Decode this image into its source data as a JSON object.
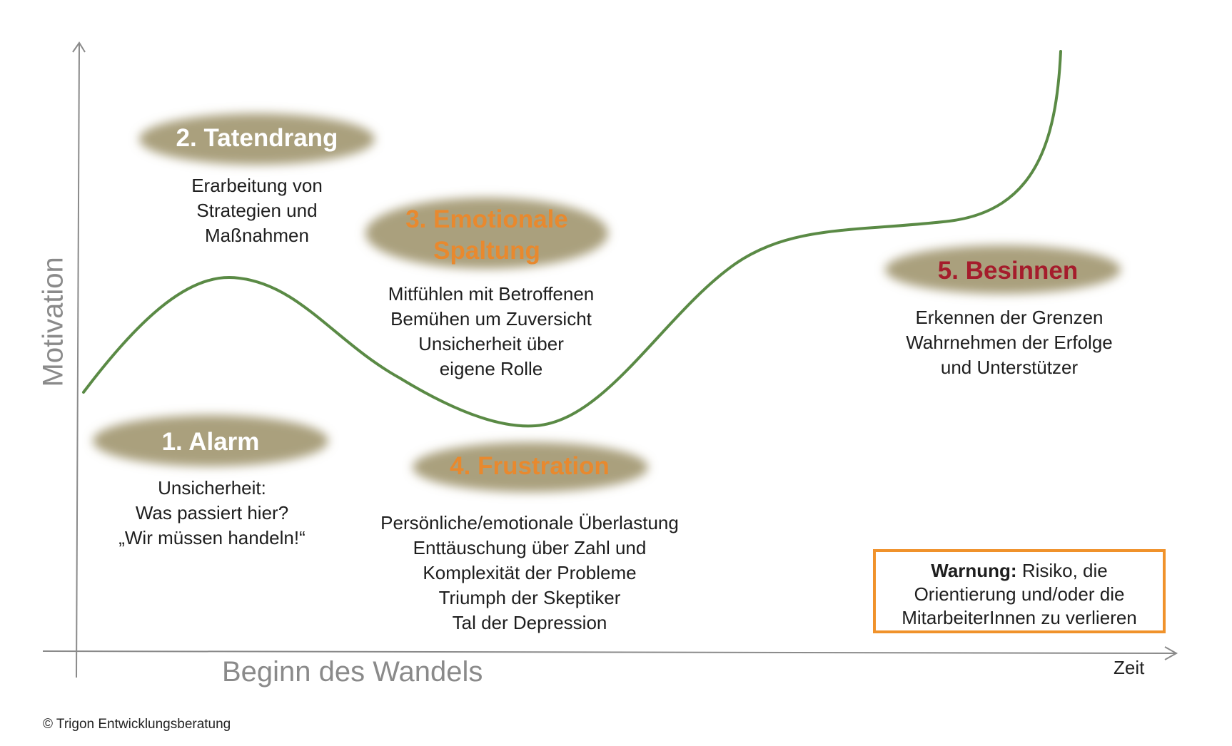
{
  "y_axis_label": "Motivation",
  "x_axis_label": "Beginn des Wandels",
  "x_axis_end_label": "Zeit",
  "colors": {
    "curve": "#5a8a45",
    "brush": "#9b8f66",
    "title_white": "#ffffff",
    "title_orange": "#e8892e",
    "title_red": "#a51c2c",
    "warning_border": "#f0922b"
  },
  "phases": [
    {
      "title": "1. Alarm",
      "desc": [
        "Unsicherheit:",
        "Was passiert hier?",
        "„Wir müssen handeln!“"
      ]
    },
    {
      "title": "2. Tatendrang",
      "desc": [
        "Erarbeitung von",
        "Strategien und",
        "Maßnahmen"
      ]
    },
    {
      "title_lines": [
        "3. Emotionale",
        "Spaltung"
      ],
      "desc": [
        "Mitfühlen mit Betroffenen",
        "Bemühen um Zuversicht",
        "Unsicherheit über",
        "eigene Rolle"
      ]
    },
    {
      "title": "4. Frustration",
      "desc": [
        "Persönliche/emotionale Überlastung",
        "Enttäuschung über Zahl und",
        "Komplexität der Probleme",
        "Triumph der Skeptiker",
        "Tal der Depression"
      ]
    },
    {
      "title": "5. Besinnen",
      "desc": [
        "Erkennen der Grenzen",
        "Wahrnehmen der Erfolge",
        "und Unterstützer"
      ]
    }
  ],
  "warning": {
    "label": "Warnung:",
    "text_first": " Risiko, die",
    "lines": [
      "Orientierung und/oder die",
      "MitarbeiterInnen zu verlieren"
    ]
  },
  "copyright": "© Trigon Entwicklungsberatung"
}
